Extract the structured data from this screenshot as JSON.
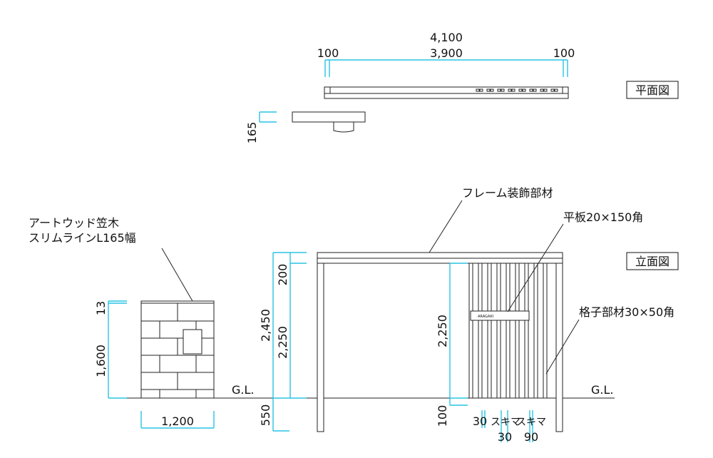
{
  "views": {
    "plan": "平面図",
    "elevation": "立面図"
  },
  "labels": {
    "kasagi_line1": "アートウッド笠木",
    "kasagi_line2": "スリムラインL165幅",
    "frame": "フレーム装飾部材",
    "plate": "平板20×150角",
    "lattice": "格子部材30×50角",
    "gl_left": "G.L.",
    "gl_right": "G.L.",
    "brand": "ARAGAKI"
  },
  "dimensions": {
    "plan_total": "4,100",
    "plan_left": "100",
    "plan_mid": "3,900",
    "plan_right": "100",
    "plan_depth": "165",
    "wall_cap": "13",
    "wall_height": "1,600",
    "wall_width": "1,200",
    "frame_top": "200",
    "frame_height_total": "2,450",
    "frame_height": "2,250",
    "embed": "550",
    "lattice_height": "2,250",
    "lattice_gap_bottom": "100",
    "slat_width_a": "30",
    "sukima_a": "スキマ",
    "gap_a": "30",
    "sukima_b": "スキマ",
    "gap_b": "90"
  }
}
